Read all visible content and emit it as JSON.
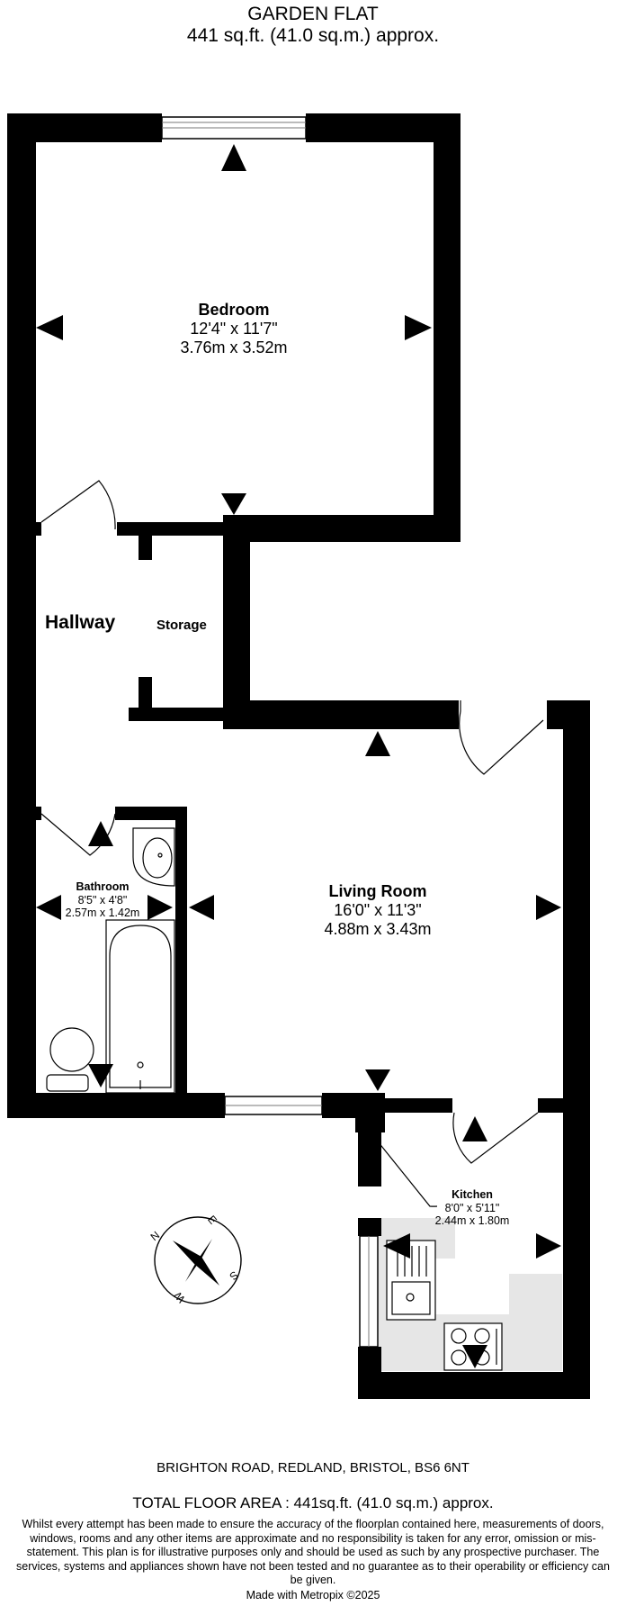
{
  "header": {
    "title": "GARDEN FLAT",
    "area": "441 sq.ft. (41.0 sq.m.) approx."
  },
  "rooms": {
    "bedroom": {
      "name": "Bedroom",
      "imperial": "12'4\"  x 11'7\"",
      "metric": "3.76m  x 3.52m"
    },
    "hallway": {
      "name": "Hallway"
    },
    "storage": {
      "name": "Storage"
    },
    "bathroom": {
      "name": "Bathroom",
      "imperial": "8'5\"  x 4'8\"",
      "metric": "2.57m  x 1.42m"
    },
    "living_room": {
      "name": "Living Room",
      "imperial": "16'0\"  x 11'3\"",
      "metric": "4.88m  x 3.43m"
    },
    "kitchen": {
      "name": "Kitchen",
      "imperial": "8'0\"  x 5'11\"",
      "metric": "2.44m  x 1.80m"
    }
  },
  "compass": {
    "n": "N",
    "e": "E",
    "s": "S",
    "w": "W"
  },
  "footer": {
    "address": "BRIGHTON ROAD, REDLAND, BRISTOL, BS6 6NT",
    "total_area": "TOTAL FLOOR AREA : 441sq.ft. (41.0 sq.m.) approx.",
    "disclaimer": "Whilst every attempt has been made to ensure the accuracy of the floorplan contained here, measurements of doors, windows, rooms and any other items are approximate and no responsibility is taken for any error, omission or mis-statement. This plan is for illustrative purposes only and should be used as such by any prospective purchaser. The services, systems and appliances shown have not been tested and no guarantee as to their operability or efficiency can be given.",
    "credit": "Made with Metropix ©2025"
  },
  "colors": {
    "wall": "#000000",
    "fitted": "#e6e6e6",
    "window_frame": "#777777"
  }
}
